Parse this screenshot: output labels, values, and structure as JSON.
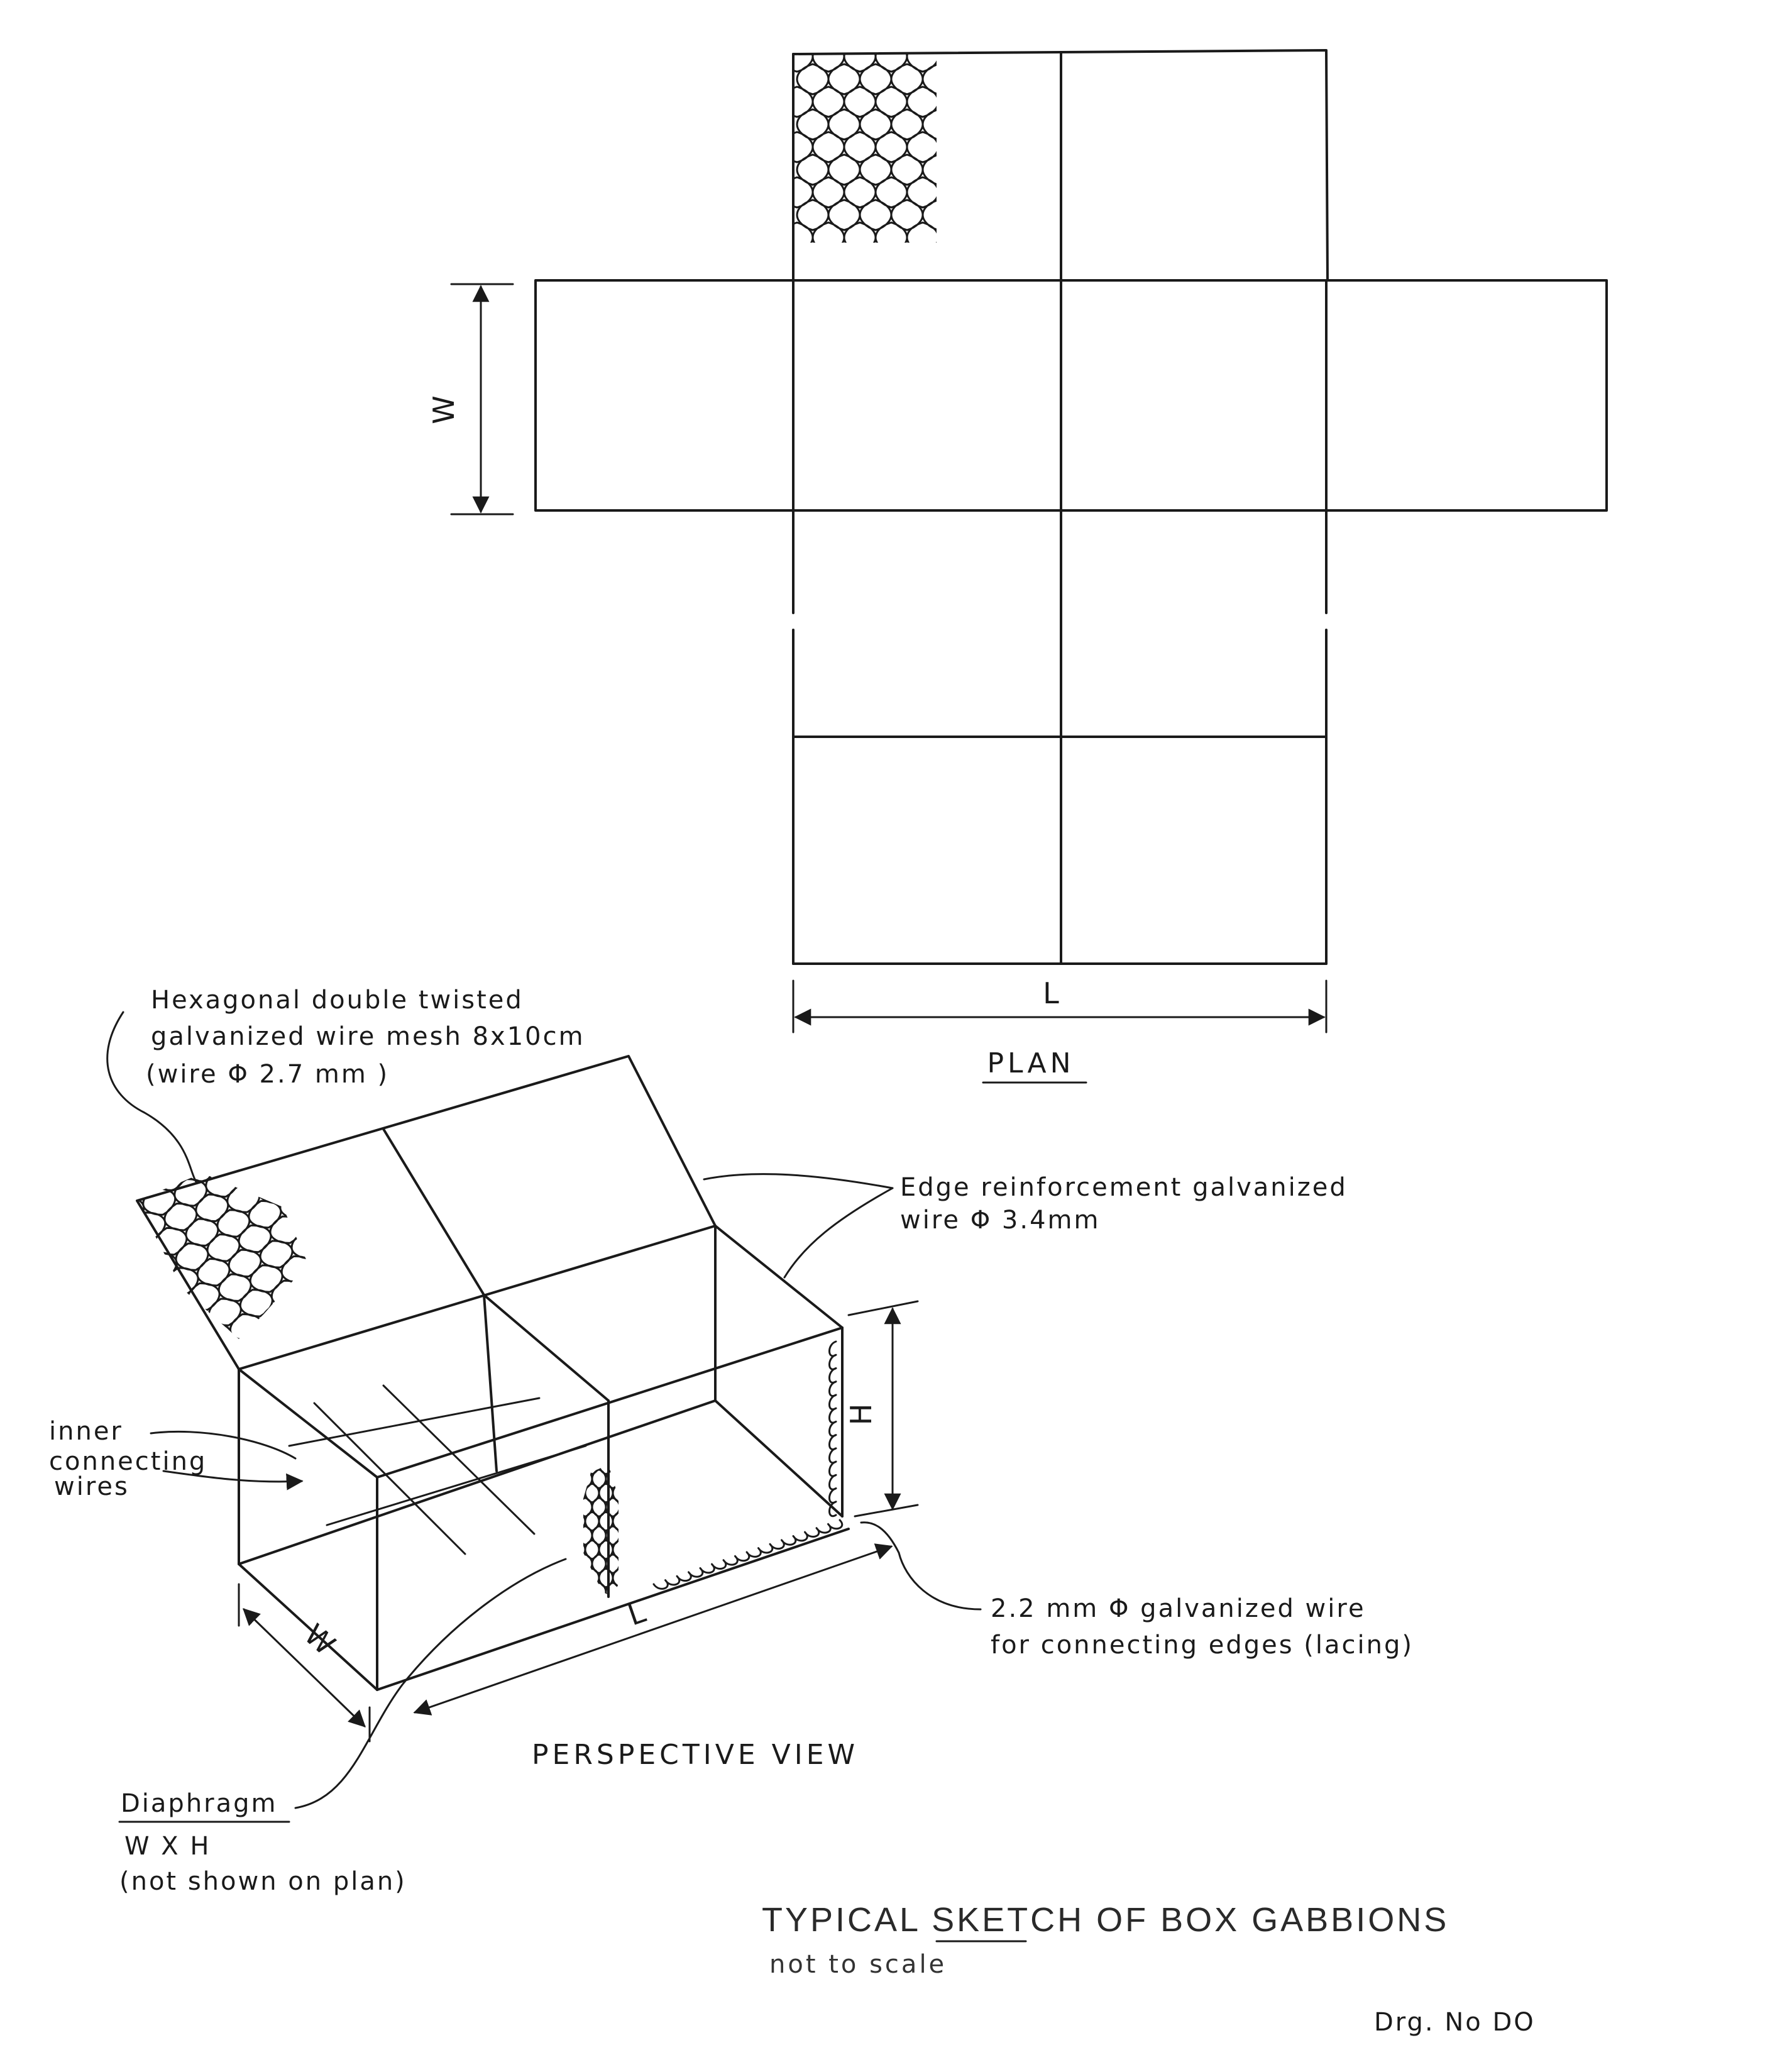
{
  "plan": {
    "title": "PLAN",
    "dim_width": "W",
    "dim_length": "L"
  },
  "perspective": {
    "title": "PERSPECTIVE VIEW",
    "dim_width": "W",
    "dim_length": "L",
    "dim_height": "H"
  },
  "callouts": {
    "mesh": [
      "Hexagonal double twisted",
      "galvanized wire mesh 8x10cm",
      "(wire Φ 2.7 mm )"
    ],
    "edge": [
      "Edge  reinforcement  galvanized",
      "wire Φ 3.4mm"
    ],
    "inner": [
      "inner",
      "connecting",
      "wires"
    ],
    "lacing": [
      "2.2 mm Φ  galvanized  wire",
      "for  connecting  edges (lacing)"
    ],
    "diaphragm": {
      "name": "Diaphragm",
      "size": "W X H",
      "note": "(not shown on plan)"
    }
  },
  "footer": {
    "title": "TYPICAL SKETCH OF BOX GABBIONS",
    "subtitle": "not to scale",
    "drawing_number": "Drg. No DO"
  }
}
